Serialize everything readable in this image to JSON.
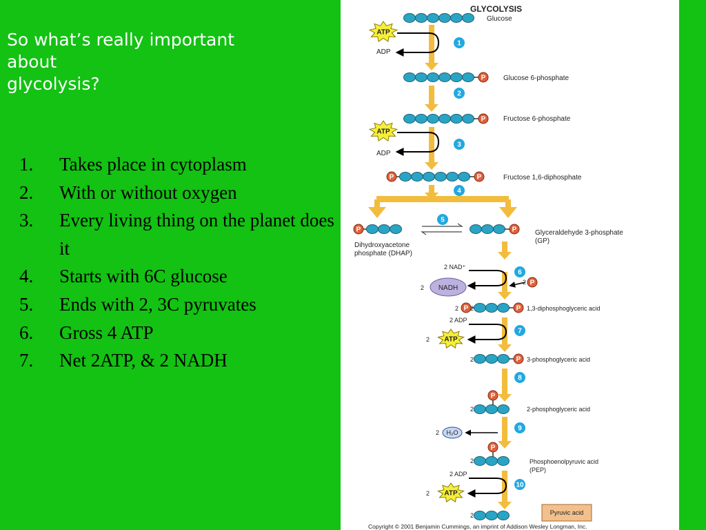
{
  "slide": {
    "title_lines": [
      "So what’s really important",
      "about",
      "glycolysis?"
    ],
    "points": [
      {
        "num": "1.",
        "text": "Takes place in cytoplasm"
      },
      {
        "num": "2.",
        "text": "With or without oxygen"
      },
      {
        "num": "3.",
        "text": "Every living thing on the planet does it"
      },
      {
        "num": "4.",
        "text": "Starts with 6C glucose"
      },
      {
        "num": "5.",
        "text": "Ends with 2, 3C pyruvates"
      },
      {
        "num": "6.",
        "text": "Gross 4 ATP"
      },
      {
        "num": "7.",
        "text": "Net 2ATP, & 2 NADH"
      }
    ]
  },
  "diagram": {
    "title": "GLYCOLYSIS",
    "molecules": [
      "Glucose",
      "Glucose 6-phosphate",
      "Fructose 6-phosphate",
      "Fructose 1,6-diphosphate",
      "Dihydroxyacetone",
      "phosphate (DHAP)",
      "Glyceraldehyde 3-phosphate",
      "(GP)",
      "1,3-diphosphoglyceric acid",
      "3-phosphoglyceric acid",
      "2-phosphoglyceric acid",
      "Phosphoenolpyruvic acid",
      "(PEP)",
      "Pyruvic acid"
    ],
    "steps": [
      "1",
      "2",
      "3",
      "4",
      "5",
      "6",
      "7",
      "8",
      "9",
      "10"
    ],
    "atp": "ATP",
    "adp": "ADP",
    "nadh": "NADH",
    "h2o": "H₂O",
    "phosphate": "P",
    "two": "2",
    "two_adp": "2 ADP",
    "two_nad": "2 NAD⁺",
    "copyright": "Copyright © 2001 Benjamin Cummings, an imprint of Addison Wesley Longman, Inc.",
    "colors": {
      "slide_bg": "#13c213",
      "arrow": "#f2bc3c",
      "carbon": "#2aa4c4",
      "phosphate": "#e0603a",
      "atp": "#f6ef3a",
      "nadh": "#bcb2e0",
      "step": "#22a8e0",
      "pyruvate_box": "#f3c08c"
    }
  }
}
